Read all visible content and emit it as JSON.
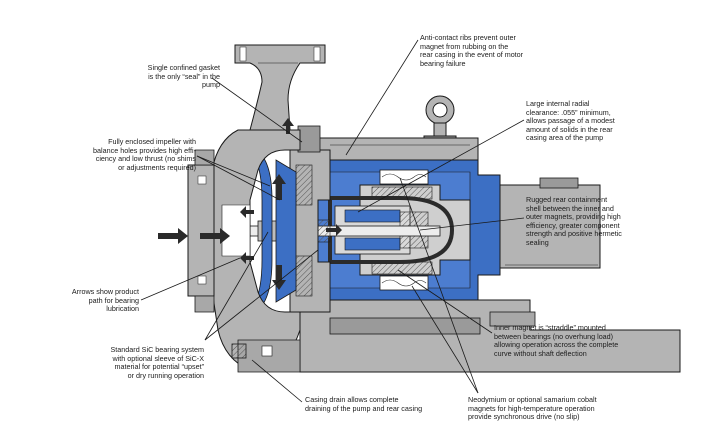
{
  "callouts": [
    {
      "id": "gasket",
      "text": "Single confined gasket\nis the only “seal” in the\npump"
    },
    {
      "id": "ribs",
      "text": "Anti-contact ribs prevent outer\nmagnet from rubbing on the\nrear casing in the event of motor\nbearing failure"
    },
    {
      "id": "clearance",
      "text": "Large internal radial\nclearance: .055” minimum,\nallows passage of a modest\namount of solids in the rear\ncasing area of the pump"
    },
    {
      "id": "impeller",
      "text": "Fully enclosed impeller with\nbalance holes provides high effi-\nciency and low thrust (no shims\nor adjustments required)"
    },
    {
      "id": "shell",
      "text": "Rugged rear containment\nshell between the inner and\nouter magnets, providing high\nefficiency, greater component\nstrength and positive hermetic\nsealing"
    },
    {
      "id": "arrows",
      "text": "Arrows show product\npath for bearing\nlubrication"
    },
    {
      "id": "inner_magnet",
      "text": "Inner magnet is “straddle” mounted\nbetween bearings (no overhung load)\nallowing operation across the complete\ncurve without shaft deflection"
    },
    {
      "id": "sic",
      "text": "Standard SiC bearing system\nwith optional sleeve of SiC-X\nmaterial for potential “upset”\nor dry running operation"
    },
    {
      "id": "drain",
      "text": "Casing drain allows complete\ndraining of the pump and rear casing"
    },
    {
      "id": "neodymium",
      "text": "Neodymium or optional samarium cobalt\nmagnets for high-temperature operation\nprovide synchronous drive (no slip)"
    }
  ],
  "colors": {
    "casing": "#b4b4b4",
    "casing_dark": "#8e8e8e",
    "magnet_blue": "#3c6fc4",
    "line": "#1a1a1a",
    "label_text": "#1c1c1c"
  }
}
